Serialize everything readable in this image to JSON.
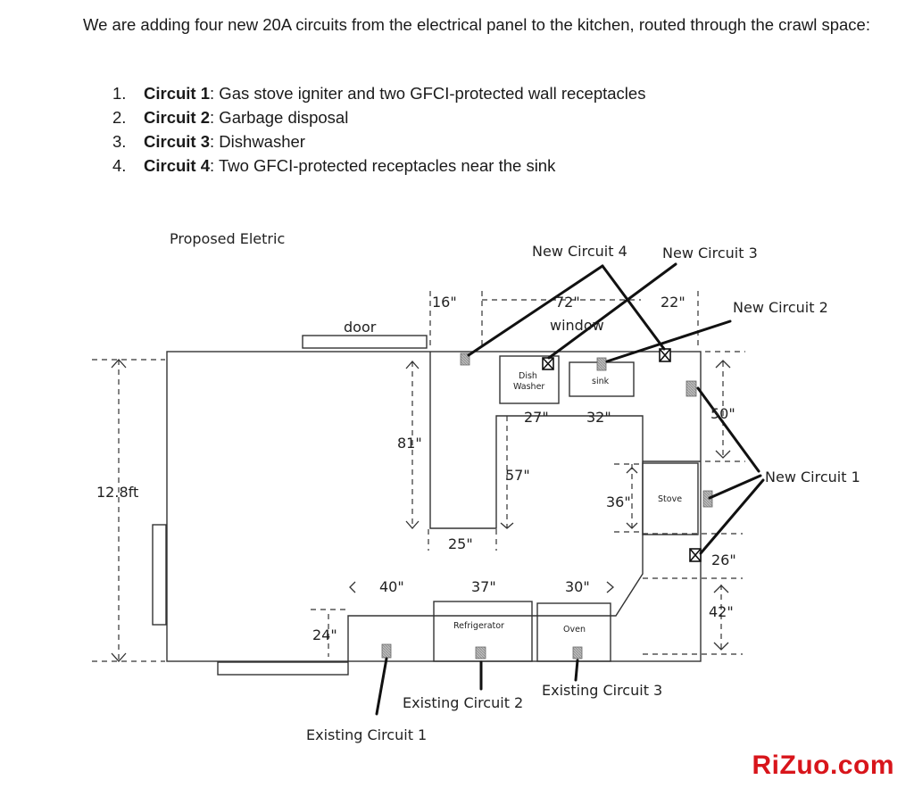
{
  "intro": "We are adding four new 20A circuits from the electrical panel to the kitchen, routed through the crawl space:",
  "circuits": [
    {
      "num": "1.",
      "name": "Circuit 1",
      "desc": ": Gas stove igniter and two GFCI-protected wall receptacles"
    },
    {
      "num": "2.",
      "name": "Circuit 2",
      "desc": ": Garbage disposal"
    },
    {
      "num": "3.",
      "name": "Circuit 3",
      "desc": ": Dishwasher"
    },
    {
      "num": "4.",
      "name": "Circuit 4",
      "desc": ": Two GFCI-protected receptacles near the sink"
    }
  ],
  "diagram": {
    "title": "Proposed Eletric",
    "labels": {
      "new_circuit_4": "New Circuit 4",
      "new_circuit_3": "New Circuit 3",
      "new_circuit_2": "New Circuit 2",
      "new_circuit_1": "New Circuit 1",
      "existing_circuit_1": "Existing Circuit 1",
      "existing_circuit_2": "Existing Circuit 2",
      "existing_circuit_3": "Existing Circuit 3"
    },
    "rooms": {
      "door": "door",
      "window": "window",
      "dishwasher_line1": "Dish",
      "dishwasher_line2": "Washer",
      "sink": "sink",
      "stove": "Stove",
      "refrigerator": "Refrigerator",
      "oven": "Oven"
    },
    "dimensions": {
      "d16": "16\"",
      "d72": "72\"",
      "d22": "22\"",
      "d81": "81\"",
      "d27": "27\"",
      "d32": "32\"",
      "d50": "50\"",
      "d57": "57\"",
      "d36": "36\"",
      "d25": "25\"",
      "d26": "26\"",
      "d40": "40\"",
      "d37": "37\"",
      "d30": "30\"",
      "d42": "42\"",
      "d24": "24\"",
      "d128ft": "12.8ft"
    }
  },
  "watermark": "RiZuo.com"
}
